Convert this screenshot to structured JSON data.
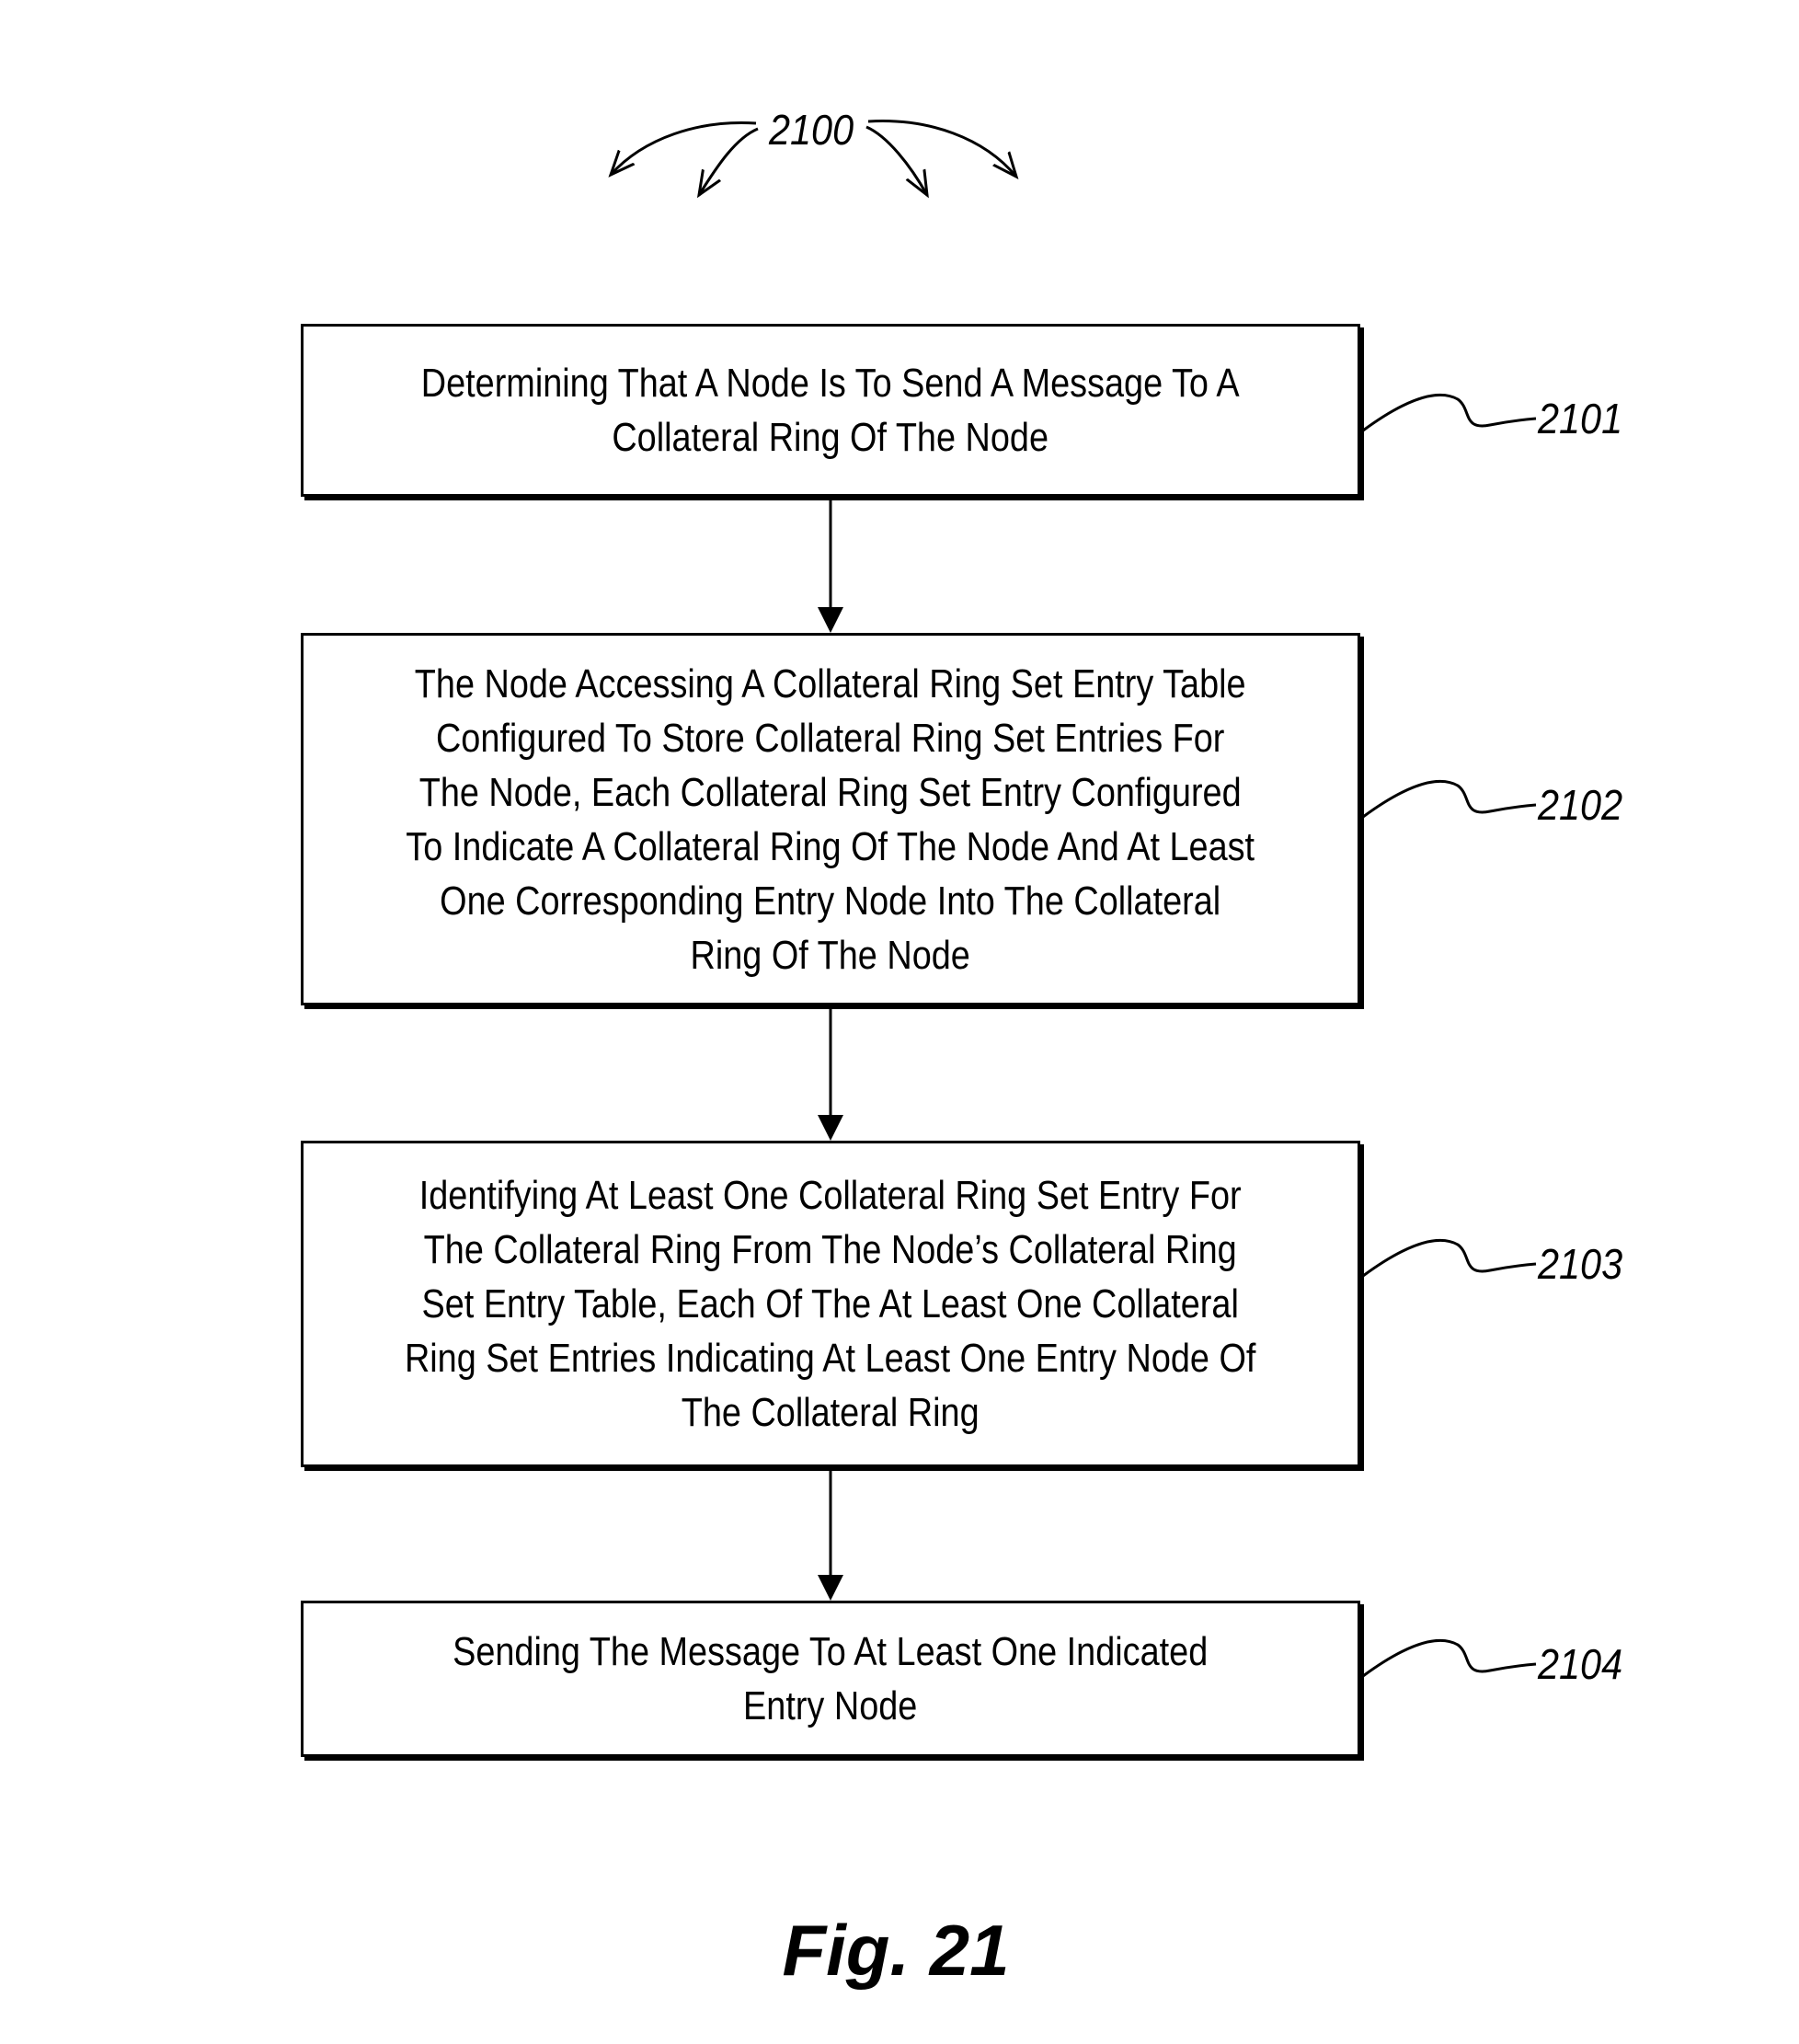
{
  "figure": {
    "number_label": "2100",
    "caption": "Fig.  21"
  },
  "steps": [
    {
      "ref": "2101",
      "text": "Determining That A Node Is To Send A Message To A\nCollateral Ring Of The Node"
    },
    {
      "ref": "2102",
      "text": "The Node Accessing A Collateral Ring Set Entry Table\nConfigured To Store Collateral Ring Set Entries For\nThe Node, Each Collateral Ring Set Entry Configured\nTo Indicate A Collateral Ring Of The Node And At Least\nOne Corresponding Entry Node Into The Collateral\nRing Of The Node"
    },
    {
      "ref": "2103",
      "text": "Identifying At Least One Collateral Ring Set Entry For\nThe Collateral Ring From The Node’s Collateral Ring\nSet Entry Table, Each Of The At Least One Collateral\nRing Set Entries Indicating At Least One Entry Node Of\nThe Collateral Ring"
    },
    {
      "ref": "2104",
      "text": "Sending The Message To At Least One Indicated\nEntry Node"
    }
  ]
}
